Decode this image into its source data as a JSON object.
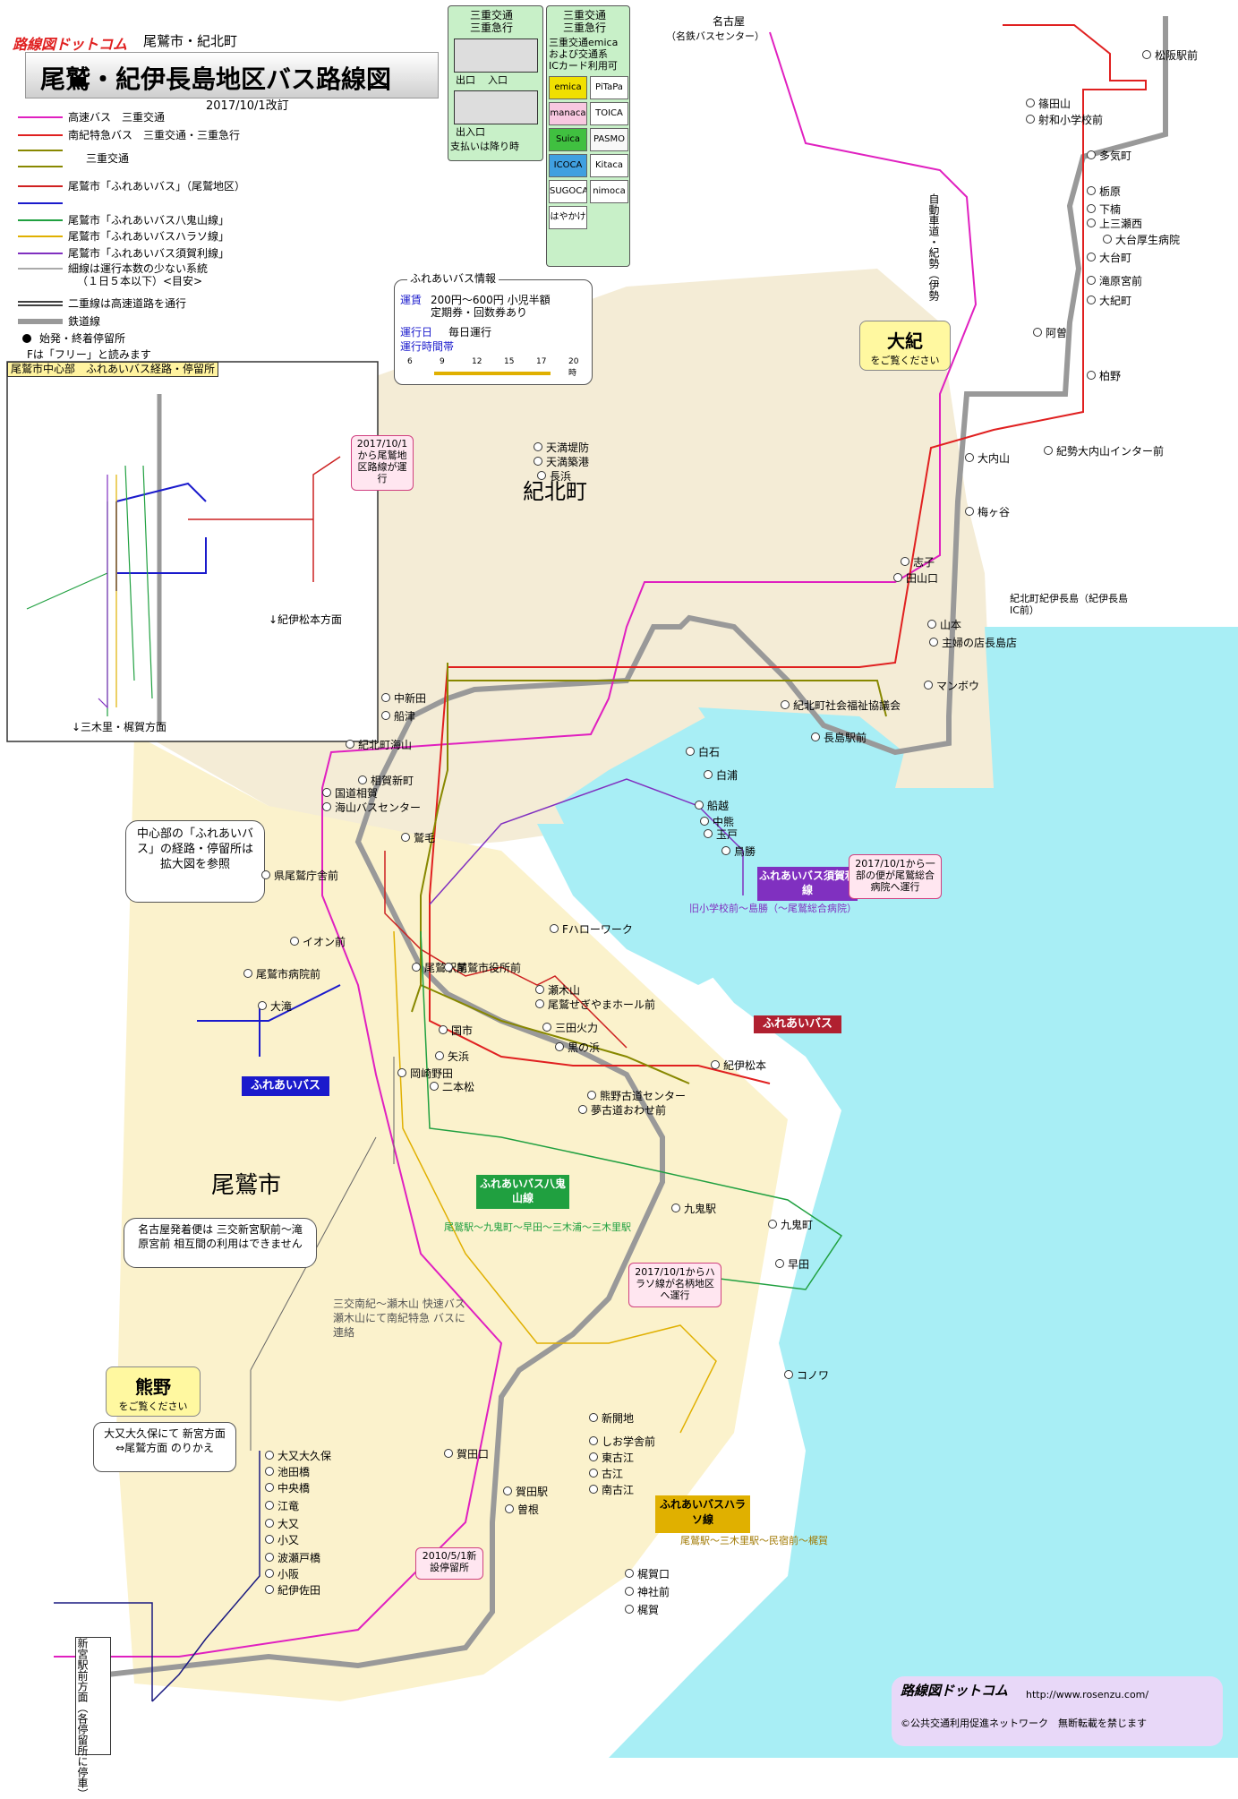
{
  "header": {
    "logo": "路線図ドットコム",
    "region": "尾鷲市・紀北町",
    "title": "尾鷲・紀伊長島地区バス路線図",
    "revised": "2017/10/1改訂"
  },
  "legend": {
    "items": [
      {
        "label": "高速バス　三重交通",
        "color": "#e020c0"
      },
      {
        "label": "南紀特急バス　三重交通・三重急行",
        "color": "#e02020"
      },
      {
        "label": "三重交通",
        "color": "#888800"
      },
      {
        "label": "尾鷲市「ふれあいバス」（尾鷲地区）",
        "color": "#d02020"
      },
      {
        "label": "尾鷲市「ふれあいバス八鬼山線」",
        "color": "#20a040"
      },
      {
        "label": "尾鷲市「ふれあいバスハラソ線」",
        "color": "#e0b000"
      },
      {
        "label": "尾鷲市「ふれあいバス須賀利線」",
        "color": "#8030c0"
      }
    ],
    "note_thin": "細線は運行本数の少ない系統",
    "note_thin2": "（１日５本以下）<目安>",
    "note_double": "二重線は高速道路を通行",
    "note_rail": "鉄道線",
    "note_stop": "始発・終着停留所",
    "note_free": "Fは「フリー」と読みます"
  },
  "bus_boxes": {
    "box1_title1": "三重交通",
    "box1_title2": "三重急行",
    "box1_in": "入口",
    "box1_out": "出口",
    "box1_inout": "出入口",
    "box1_pay": "支払いは降り時",
    "box2_title1": "三重交通",
    "box2_title2": "三重急行",
    "box2_note1": "三重交通emica",
    "box2_note2": "および交通系",
    "box2_note3": "ICカード利用可",
    "cards": [
      "emica",
      "PiTaPa",
      "manaca",
      "TOICA",
      "Suica",
      "PASMO",
      "ICOCA",
      "Kitaca",
      "SUGOCA",
      "nimoca",
      "はやかけん"
    ]
  },
  "info": {
    "title": "ふれあいバス情報",
    "fare_label": "運賃",
    "fare": "200円〜600円 小児半額",
    "fare2": "定期券・回数券あり",
    "days_label": "運行日",
    "days": "毎日運行",
    "hours_label": "運行時間帯",
    "hours": [
      "6",
      "9",
      "12",
      "15",
      "17",
      "20時"
    ]
  },
  "inset": {
    "title": "尾鷲市中心部　ふれあいバス経路・停留所",
    "dir1": "↓紀伊松本方面",
    "dir2": "↓三木里・梶賀方面"
  },
  "places": {
    "kihoku": "紀北町",
    "owase": "尾鷲市",
    "nagoya": "名古屋",
    "nagoya_sub": "（名鉄バスセンター）",
    "ohdai": "大紀",
    "ohdai_sub": "をご覧ください",
    "kumano": "熊野",
    "kumano_sub": "をご覧ください",
    "expressway": "自動車道・紀勢（伊勢",
    "center_note": "中心部の「ふれあいバス」の経路・停留所は拡大図を参照",
    "nagoya_note": "名古屋発着便は 三交新宮駅前〜滝原宮前 相互間の利用はできません",
    "transfer_note": "大又大久保にて 新宮方面⇔尾鷲方面 のりかえ",
    "kaisoku_note": "三交南紀〜瀬木山 快速バス 瀬木山にて南紀特急 バスに連絡",
    "shingu_dir": "新宮駅前方面（各停留所に停車）",
    "jct_note": "紀北町紀伊長島（紀伊長島IC前）"
  },
  "route_labels": {
    "sugari": "ふれあいバス須賀利線",
    "sugari_sub": "旧小学校前〜島勝（〜尾鷲総合病院）",
    "fureai": "ふれあいバス",
    "yakiyama": "ふれあいバス八鬼山線",
    "yakiyama_sub": "尾鷲駅〜九鬼町〜早田〜三木浦〜三木里駅",
    "haraso": "ふれあいバスハラソ線",
    "haraso_sub": "尾鷲駅〜三木里駅〜民宿前〜梶賀"
  },
  "notices": {
    "n1": "2017/10/1から尾鷲地区路線が運行",
    "n2": "2017/10/1から一部の便が尾鷲総合病院へ運行",
    "n3": "2017/10/1からハラソ線が名柄地区へ運行",
    "n4": "2010/5/1新設停留所"
  },
  "stops_h": [
    {
      "n": "尾鷲駅前"
    },
    {
      "n": "尾鷲市役所前"
    },
    {
      "n": "瀬木山"
    },
    {
      "n": "尾鷲せぎやまホール前"
    },
    {
      "n": "三田火力"
    },
    {
      "n": "黒の浜"
    },
    {
      "n": "紀伊松本"
    },
    {
      "n": "熊野古道センター"
    },
    {
      "n": "夢古道おわせ前"
    },
    {
      "n": "二本松"
    },
    {
      "n": "矢浜"
    },
    {
      "n": "国市"
    },
    {
      "n": "岡崎野田"
    },
    {
      "n": "九鬼駅"
    },
    {
      "n": "コノワ"
    },
    {
      "n": "賀田駅"
    },
    {
      "n": "曽根"
    },
    {
      "n": "梶賀口"
    },
    {
      "n": "神社前"
    },
    {
      "n": "梶賀"
    },
    {
      "n": "大又大久保"
    },
    {
      "n": "池田橋"
    },
    {
      "n": "中央橋"
    },
    {
      "n": "江竜"
    },
    {
      "n": "大又"
    },
    {
      "n": "小又"
    },
    {
      "n": "波瀬戸橋"
    },
    {
      "n": "小阪"
    },
    {
      "n": "紀伊佐田"
    },
    {
      "n": "賀田口"
    },
    {
      "n": "新開地"
    },
    {
      "n": "しお学舎前"
    },
    {
      "n": "東古江"
    },
    {
      "n": "古江"
    },
    {
      "n": "南古江"
    },
    {
      "n": "中新田"
    },
    {
      "n": "船津"
    },
    {
      "n": "紀北町海山"
    },
    {
      "n": "相賀新町"
    },
    {
      "n": "国道相賀"
    },
    {
      "n": "海山バスセンター"
    },
    {
      "n": "鷲毛"
    },
    {
      "n": "県尾鷲庁舎前"
    },
    {
      "n": "イオン前"
    },
    {
      "n": "尾鷲市病院前"
    },
    {
      "n": "大滝"
    },
    {
      "n": "山本"
    },
    {
      "n": "主婦の店長島店"
    },
    {
      "n": "マンボウ"
    },
    {
      "n": "長島駅前"
    },
    {
      "n": "紀北町社会福祉協議会"
    },
    {
      "n": "志子"
    },
    {
      "n": "田山口"
    },
    {
      "n": "大内山"
    },
    {
      "n": "梅ヶ谷"
    },
    {
      "n": "紀勢大内山インター前"
    },
    {
      "n": "多気町"
    },
    {
      "n": "栃原"
    },
    {
      "n": "下楠"
    },
    {
      "n": "上三瀬西"
    },
    {
      "n": "大台厚生病院"
    },
    {
      "n": "大台町"
    },
    {
      "n": "滝原宮前"
    },
    {
      "n": "大紀町"
    },
    {
      "n": "阿曽"
    },
    {
      "n": "柏野"
    },
    {
      "n": "松阪駅前"
    },
    {
      "n": "篠田山"
    },
    {
      "n": "射和小学校前"
    },
    {
      "n": "天満堤防"
    },
    {
      "n": "天満築港"
    },
    {
      "n": "長浜"
    },
    {
      "n": "Fハローワーク"
    },
    {
      "n": "鳥勝"
    },
    {
      "n": "玉戸"
    },
    {
      "n": "中熊"
    },
    {
      "n": "船越"
    },
    {
      "n": "白浦"
    },
    {
      "n": "白石"
    },
    {
      "n": "九鬼町"
    },
    {
      "n": "早田"
    }
  ]
}
